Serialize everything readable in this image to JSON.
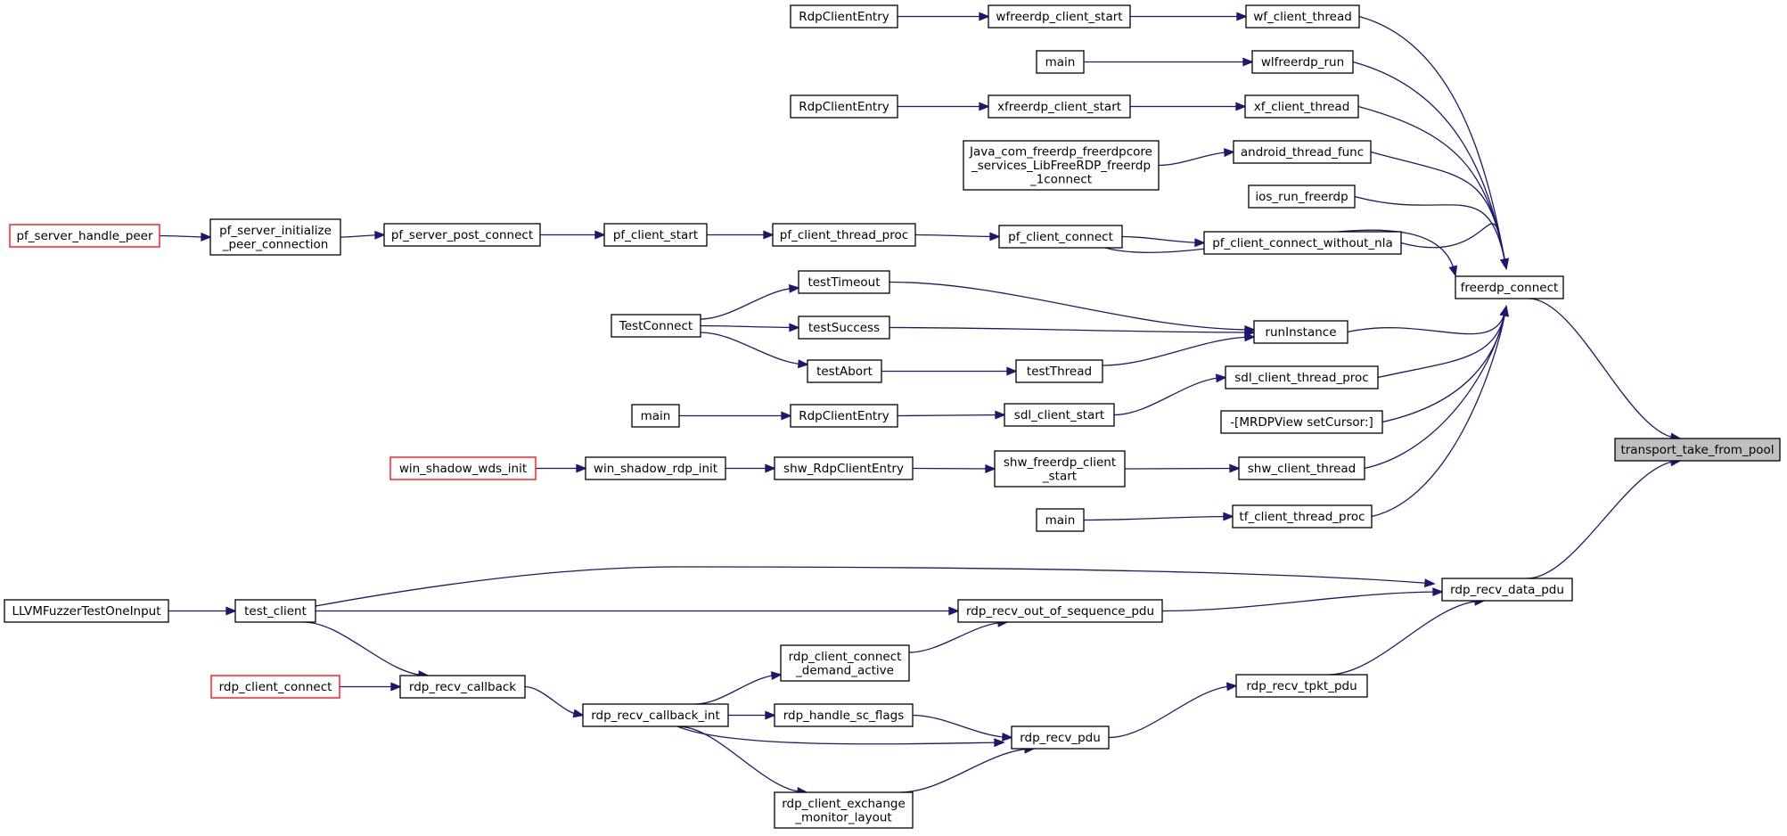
{
  "nodes": {
    "transport_take_from_pool": [
      "transport_take_from_pool"
    ],
    "freerdp_connect": [
      "freerdp_connect"
    ],
    "rdp_recv_data_pdu": [
      "rdp_recv_data_pdu"
    ],
    "wf_client_thread": [
      "wf_client_thread"
    ],
    "wlfreerdp_run": [
      "wlfreerdp_run"
    ],
    "xf_client_thread": [
      "xf_client_thread"
    ],
    "android_thread_func": [
      "android_thread_func"
    ],
    "ios_run_freerdp": [
      "ios_run_freerdp"
    ],
    "pf_client_connect_without_nla": [
      "pf_client_connect_without_nla"
    ],
    "runInstance": [
      "runInstance"
    ],
    "sdl_client_thread_proc": [
      "sdl_client_thread_proc"
    ],
    "mrdpview_setcursor": [
      "-[MRDPView setCursor:]"
    ],
    "shw_client_thread": [
      "shw_client_thread"
    ],
    "tf_client_thread_proc": [
      "tf_client_thread_proc"
    ],
    "rdp_recv_tpkt_pdu": [
      "rdp_recv_tpkt_pdu"
    ],
    "wfreerdp_client_start": [
      "wfreerdp_client_start"
    ],
    "main_wl": [
      "main"
    ],
    "xfreerdp_client_start": [
      "xfreerdp_client_start"
    ],
    "java_connect": [
      "Java_com_freerdp_freerdpcore",
      "_services_LibFreeRDP_freerdp",
      "_1connect"
    ],
    "pf_client_connect": [
      "pf_client_connect"
    ],
    "testTimeout": [
      "testTimeout"
    ],
    "testSuccess": [
      "testSuccess"
    ],
    "testThread": [
      "testThread"
    ],
    "sdl_client_start": [
      "sdl_client_start"
    ],
    "shw_freerdp_client_start": [
      "shw_freerdp_client",
      "_start"
    ],
    "main_tf": [
      "main"
    ],
    "rdp_recv_out_of_sequence_pdu": [
      "rdp_recv_out_of_sequence_pdu"
    ],
    "rdp_recv_pdu": [
      "rdp_recv_pdu"
    ],
    "rdpclient_entry_wf": [
      "RdpClientEntry"
    ],
    "rdpclient_entry_xf": [
      "RdpClientEntry"
    ],
    "pf_client_thread_proc": [
      "pf_client_thread_proc"
    ],
    "testAbort": [
      "testAbort"
    ],
    "rdpclient_entry_sdl": [
      "RdpClientEntry"
    ],
    "shw_rdpcliententry": [
      "shw_RdpClientEntry"
    ],
    "rdp_client_connect_demand_active": [
      "rdp_client_connect",
      "_demand_active"
    ],
    "rdp_handle_sc_flags": [
      "rdp_handle_sc_flags"
    ],
    "rdp_client_exchange_monitor_layout": [
      "rdp_client_exchange",
      "_monitor_layout"
    ],
    "pf_client_start": [
      "pf_client_start"
    ],
    "TestConnect": [
      "TestConnect"
    ],
    "main_sdl": [
      "main"
    ],
    "rdp_recv_callback_int": [
      "rdp_recv_callback_int"
    ],
    "pf_server_post_connect": [
      "pf_server_post_connect"
    ],
    "win_shadow_rdp_init": [
      "win_shadow_rdp_init"
    ],
    "rdp_recv_callback": [
      "rdp_recv_callback"
    ],
    "pf_server_initialize_peer_connection": [
      "pf_server_initialize",
      "_peer_connection"
    ],
    "win_shadow_wds_init": [
      "win_shadow_wds_init"
    ],
    "test_client": [
      "test_client"
    ],
    "rdp_client_connect": [
      "rdp_client_connect"
    ],
    "pf_server_handle_peer": [
      "pf_server_handle_peer"
    ],
    "LLVMFuzzerTestOneInput": [
      "LLVMFuzzerTestOneInput"
    ]
  },
  "colors": {
    "edge": "#191970",
    "node_border": "#000000",
    "incomplete_node_border": "#ff0000",
    "focus_fill": "#bfbfbf",
    "background": "#ffffff"
  },
  "focus_node": "transport_take_from_pool",
  "incomplete_nodes": [
    "pf_server_handle_peer",
    "win_shadow_wds_init",
    "rdp_client_connect"
  ],
  "edges": [
    [
      "freerdp_connect",
      "transport_take_from_pool"
    ],
    [
      "rdp_recv_data_pdu",
      "transport_take_from_pool"
    ],
    [
      "wf_client_thread",
      "freerdp_connect"
    ],
    [
      "wlfreerdp_run",
      "freerdp_connect"
    ],
    [
      "xf_client_thread",
      "freerdp_connect"
    ],
    [
      "android_thread_func",
      "freerdp_connect"
    ],
    [
      "ios_run_freerdp",
      "freerdp_connect"
    ],
    [
      "pf_client_connect_without_nla",
      "freerdp_connect"
    ],
    [
      "pf_client_connect",
      "freerdp_connect"
    ],
    [
      "runInstance",
      "freerdp_connect"
    ],
    [
      "sdl_client_thread_proc",
      "freerdp_connect"
    ],
    [
      "mrdpview_setcursor",
      "freerdp_connect"
    ],
    [
      "shw_client_thread",
      "freerdp_connect"
    ],
    [
      "tf_client_thread_proc",
      "freerdp_connect"
    ],
    [
      "wfreerdp_client_start",
      "wf_client_thread"
    ],
    [
      "rdpclient_entry_wf",
      "wfreerdp_client_start"
    ],
    [
      "main_wl",
      "wlfreerdp_run"
    ],
    [
      "xfreerdp_client_start",
      "xf_client_thread"
    ],
    [
      "rdpclient_entry_xf",
      "xfreerdp_client_start"
    ],
    [
      "java_connect",
      "android_thread_func"
    ],
    [
      "pf_client_connect",
      "pf_client_connect_without_nla"
    ],
    [
      "pf_client_thread_proc",
      "pf_client_connect"
    ],
    [
      "pf_client_start",
      "pf_client_thread_proc"
    ],
    [
      "pf_server_post_connect",
      "pf_client_start"
    ],
    [
      "pf_server_initialize_peer_connection",
      "pf_server_post_connect"
    ],
    [
      "pf_server_handle_peer",
      "pf_server_initialize_peer_connection"
    ],
    [
      "testTimeout",
      "runInstance"
    ],
    [
      "testSuccess",
      "runInstance"
    ],
    [
      "testThread",
      "runInstance"
    ],
    [
      "TestConnect",
      "testTimeout"
    ],
    [
      "TestConnect",
      "testSuccess"
    ],
    [
      "TestConnect",
      "testAbort"
    ],
    [
      "testAbort",
      "testThread"
    ],
    [
      "sdl_client_start",
      "sdl_client_thread_proc"
    ],
    [
      "rdpclient_entry_sdl",
      "sdl_client_start"
    ],
    [
      "main_sdl",
      "rdpclient_entry_sdl"
    ],
    [
      "shw_freerdp_client_start",
      "shw_client_thread"
    ],
    [
      "shw_rdpcliententry",
      "shw_freerdp_client_start"
    ],
    [
      "win_shadow_rdp_init",
      "shw_rdpcliententry"
    ],
    [
      "win_shadow_wds_init",
      "win_shadow_rdp_init"
    ],
    [
      "main_tf",
      "tf_client_thread_proc"
    ],
    [
      "rdp_recv_tpkt_pdu",
      "rdp_recv_data_pdu"
    ],
    [
      "test_client",
      "rdp_recv_data_pdu"
    ],
    [
      "rdp_recv_out_of_sequence_pdu",
      "rdp_recv_data_pdu"
    ],
    [
      "test_client",
      "rdp_recv_out_of_sequence_pdu"
    ],
    [
      "rdp_client_connect_demand_active",
      "rdp_recv_out_of_sequence_pdu"
    ],
    [
      "LLVMFuzzerTestOneInput",
      "test_client"
    ],
    [
      "rdp_recv_pdu",
      "rdp_recv_tpkt_pdu"
    ],
    [
      "rdp_handle_sc_flags",
      "rdp_recv_pdu"
    ],
    [
      "rdp_recv_callback_int",
      "rdp_recv_pdu"
    ],
    [
      "rdp_client_exchange_monitor_layout",
      "rdp_recv_pdu"
    ],
    [
      "rdp_recv_callback_int",
      "rdp_client_connect_demand_active"
    ],
    [
      "rdp_recv_callback_int",
      "rdp_handle_sc_flags"
    ],
    [
      "rdp_recv_callback_int",
      "rdp_client_exchange_monitor_layout"
    ],
    [
      "rdp_recv_callback",
      "rdp_recv_callback_int"
    ],
    [
      "test_client",
      "rdp_recv_callback"
    ],
    [
      "rdp_client_connect",
      "rdp_recv_callback"
    ]
  ]
}
